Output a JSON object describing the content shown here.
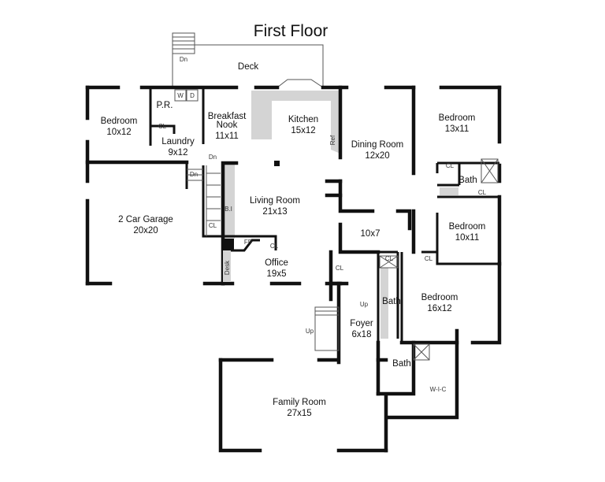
{
  "title": "First Floor",
  "rooms": {
    "deck": {
      "name": "Deck"
    },
    "bedroom1": {
      "name": "Bedroom",
      "size": "10x12"
    },
    "powder": {
      "name": "P.R."
    },
    "laundry": {
      "name": "Laundry",
      "size": "9x12"
    },
    "nook": {
      "name": "Breakfast",
      "name2": "Nook",
      "size": "11x11"
    },
    "kitchen": {
      "name": "Kitchen",
      "size": "15x12"
    },
    "dining": {
      "name": "Dining Room",
      "size": "12x20"
    },
    "bedroom2": {
      "name": "Bedroom",
      "size": "13x11"
    },
    "bath1": {
      "name": "Bath"
    },
    "bedroom3": {
      "name": "Bedroom",
      "size": "10x11"
    },
    "garage": {
      "name": "2 Car Garage",
      "size": "20x20"
    },
    "living": {
      "name": "Living Room",
      "size": "21x13"
    },
    "hall": {
      "size": "10x7"
    },
    "office": {
      "name": "Office",
      "size": "19x5"
    },
    "bath2": {
      "name": "Bath"
    },
    "bedroom4": {
      "name": "Bedroom",
      "size": "16x12"
    },
    "foyer": {
      "name": "Foyer",
      "size": "6x18"
    },
    "bath3": {
      "name": "Bath"
    },
    "wic": {
      "name": "W-I-C"
    },
    "family": {
      "name": "Family Room",
      "size": "27x15"
    }
  },
  "fixtures": {
    "washer": "W",
    "dryer": "D",
    "closet": "CL",
    "down": "Dn",
    "up": "Up",
    "built_in": "B.I",
    "fireplace": "FP",
    "desk": "Desk",
    "fridge": "Ref"
  }
}
